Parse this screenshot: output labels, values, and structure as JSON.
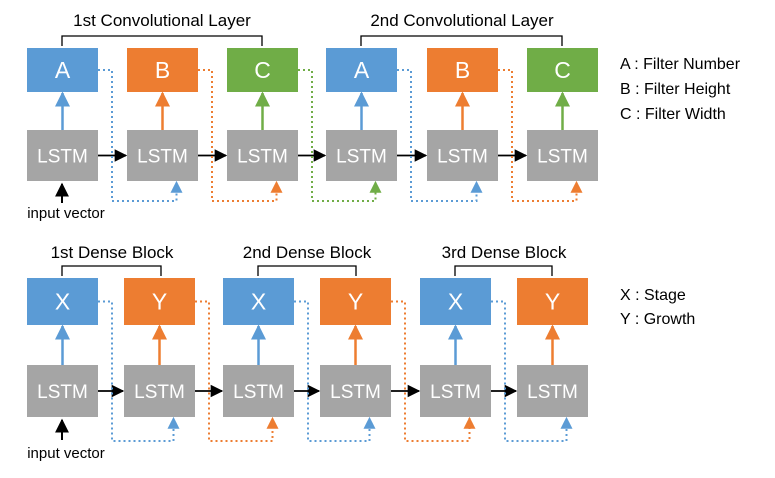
{
  "colors": {
    "blue": "#5b9bd5",
    "orange": "#ed7d31",
    "green": "#70ad47",
    "gray": "#a5a5a5",
    "black": "#000000"
  },
  "top": {
    "group_labels": [
      "1st Convolutional Layer",
      "2nd Convolutional Layer"
    ],
    "outputs": [
      {
        "text": "A",
        "color": "blue"
      },
      {
        "text": "B",
        "color": "orange"
      },
      {
        "text": "C",
        "color": "green"
      },
      {
        "text": "A",
        "color": "blue"
      },
      {
        "text": "B",
        "color": "orange"
      },
      {
        "text": "C",
        "color": "green"
      }
    ],
    "cell_label": "LSTM",
    "input_label": "input vector",
    "legend": [
      "A : Filter Number",
      "B : Filter Height",
      "C : Filter Width"
    ]
  },
  "bottom": {
    "group_labels": [
      "1st Dense Block",
      "2nd Dense Block",
      "3rd Dense Block"
    ],
    "outputs": [
      {
        "text": "X",
        "color": "blue"
      },
      {
        "text": "Y",
        "color": "orange"
      },
      {
        "text": "X",
        "color": "blue"
      },
      {
        "text": "Y",
        "color": "orange"
      },
      {
        "text": "X",
        "color": "blue"
      },
      {
        "text": "Y",
        "color": "orange"
      }
    ],
    "cell_label": "LSTM",
    "input_label": "input vector",
    "legend": [
      "X : Stage",
      "Y : Growth"
    ]
  }
}
